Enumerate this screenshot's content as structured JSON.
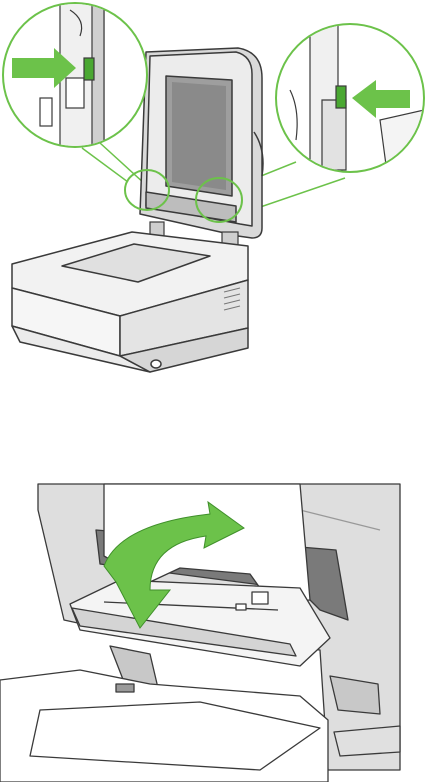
{
  "figure": {
    "panels": [
      {
        "id": "panel-1",
        "depicts": "scanner-lid-raised-with-two-magnified-insets",
        "callouts": [
          {
            "id": "left-inset",
            "arrow": "right",
            "highlight": "green-latch"
          },
          {
            "id": "right-inset",
            "arrow": "left",
            "highlight": "green-latch"
          }
        ]
      },
      {
        "id": "panel-2",
        "depicts": "document-cover-hinged-down",
        "callouts": [
          {
            "id": "curved-arrow",
            "direction": "down"
          }
        ]
      }
    ],
    "colors": {
      "accent": "#6cc24a",
      "accent_dark": "#3f8f2a",
      "latch": "#4aa832",
      "outline": "#3a3a3a",
      "body_light": "#f2f2f2",
      "body_gray": "#d9d9d9",
      "body_dark": "#6e6e6e"
    }
  }
}
